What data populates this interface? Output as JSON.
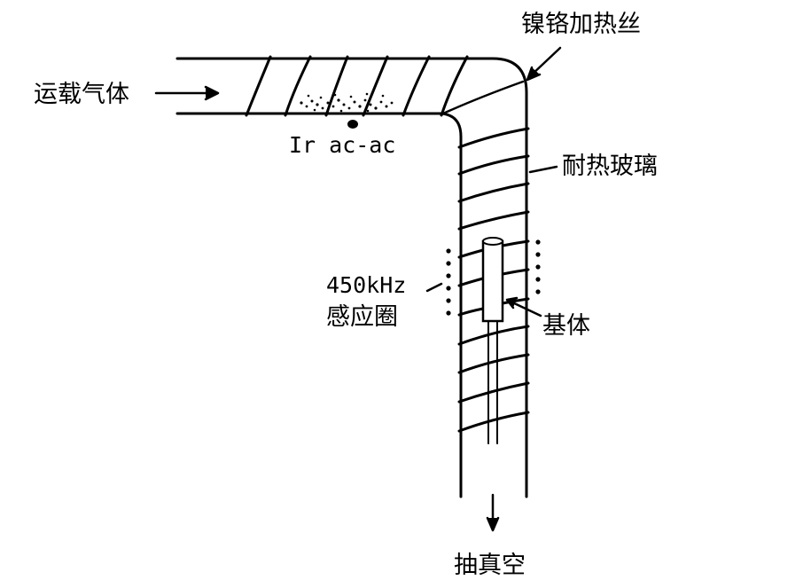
{
  "labels": {
    "carrier_gas": "运载气体",
    "precursor": "Ir ac-ac",
    "heater_wire": "镍铬加热丝",
    "glass": "耐热玻璃",
    "coil_freq": "450kHz",
    "coil_name": "感应圈",
    "substrate": "基体",
    "vacuum": "抽真空"
  },
  "colors": {
    "ink": "#000000",
    "background": "#ffffff"
  }
}
